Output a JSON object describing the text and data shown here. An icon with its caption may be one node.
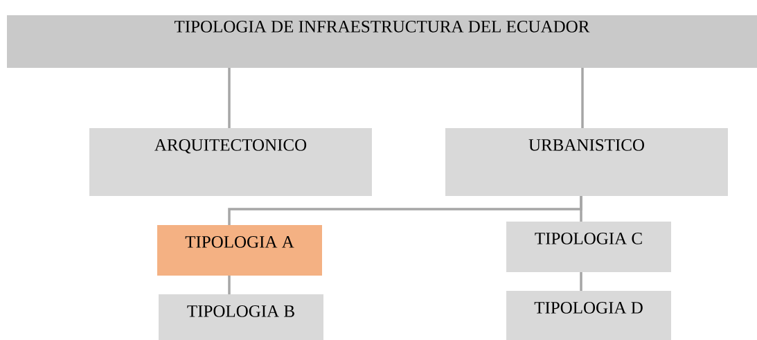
{
  "diagram": {
    "nodes": [
      {
        "text": [
          "TIPOLOGIA DE INFRAESTRUCTURA DEL ECUADOR"
        ]
      },
      {
        "text": [
          "ARQUITECTONICO"
        ]
      },
      {
        "text": [
          "URBANISTICO"
        ]
      },
      {
        "text": [
          "TIPOLOGIA A"
        ]
      },
      {
        "text": [
          "TIPOLOGIA C"
        ]
      },
      {
        "text": [
          "TIPOLOGIA B"
        ]
      },
      {
        "text": [
          "TIPOLOGIA D"
        ]
      }
    ],
    "edges": [
      {
        "from": 0,
        "to": 1,
        "arrow": "none"
      },
      {
        "from": 0,
        "to": 2,
        "arrow": "none"
      },
      {
        "from": 2,
        "to": 3,
        "arrow": "none"
      },
      {
        "from": 2,
        "to": 4,
        "arrow": "none"
      },
      {
        "from": 3,
        "to": 5,
        "arrow": "none"
      },
      {
        "from": 4,
        "to": 6,
        "arrow": "none"
      }
    ]
  }
}
